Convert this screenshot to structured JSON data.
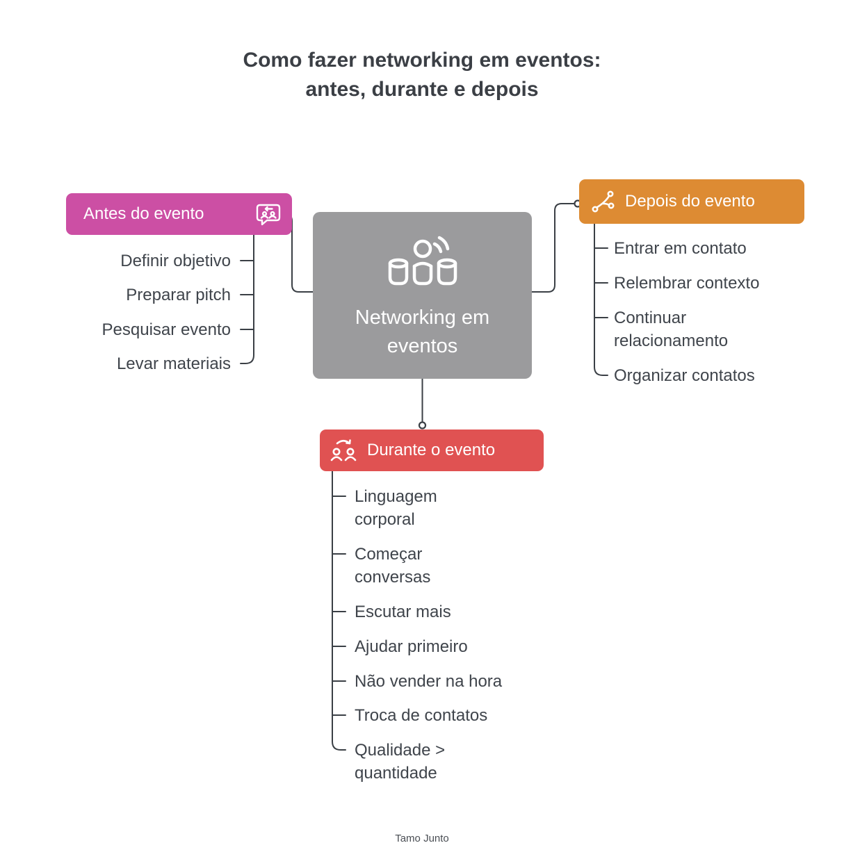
{
  "title": {
    "line1": "Como fazer networking em eventos:",
    "line2": "antes, durante e depois"
  },
  "center_node": {
    "label": "Networking em eventos",
    "icon": "speaker-audience-icon",
    "color": "#9B9B9D"
  },
  "branches": {
    "antes": {
      "label": "Antes do evento",
      "icon": "people-chat-icon",
      "color": "#CC4FA4",
      "items": [
        "Definir objetivo",
        "Preparar pitch",
        "Pesquisar evento",
        "Levar materiais"
      ]
    },
    "depois": {
      "label": "Depois do evento",
      "icon": "network-branch-icon",
      "color": "#DD8B33",
      "items": [
        "Entrar em contato",
        "Relembrar contexto",
        "Continuar relacionamento",
        "Organizar contatos"
      ]
    },
    "durante": {
      "label": "Durante o evento",
      "icon": "people-exchange-icon",
      "color": "#E05252",
      "items": [
        "Linguagem corporal",
        "Começar conversas",
        "Escutar mais",
        "Ajudar primeiro",
        "Não vender na hora",
        "Troca de contatos",
        "Qualidade > quantidade"
      ]
    }
  },
  "style": {
    "line_color": "#3A3F45",
    "text_color": "#3F444B"
  },
  "footer": {
    "text": "Tamo Junto"
  }
}
